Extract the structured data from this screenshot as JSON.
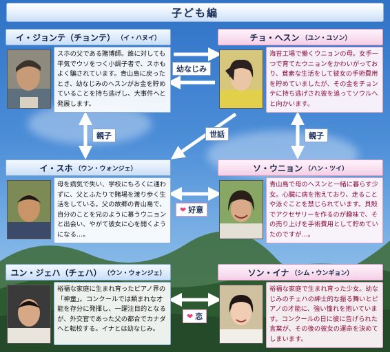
{
  "title": "子ども編",
  "cards": {
    "ijonte": {
      "name": "イ・ジョンテ（チョンテ）",
      "actor": "（イ・ハヌイ）",
      "text": "スホの父である賭博師。誰に対しても平気でウソをつく小調子者で、スホもよく騙されています。青山島に戻ったとき、幼なじみのヘスンがお金を貯めていることを持ち逃げし、大事件へと発展します。"
    },
    "chohesun": {
      "name": "チョ・ヘスン",
      "actor": "（ユン・ユソン）",
      "text": "海苔工場で働くウニョンの母。女手一つで育てたウニョンをかわいがっており、貧素な生活をして彼女の手術費用を貯めていましたが、その金をチョンテに持ち逃げされ彼を追ってソウルへと向かいます。"
    },
    "isuho": {
      "name": "イ・スホ",
      "actor": "（ウン・ウォンジェ）",
      "text": "母を病気で失い、学校にもろくに通わずに、父とふたりで賭場を渡り歩く生活をしている。父の故郷の青山島で、自分のことを兄のように慕うウニョンと出会い、やがて彼女に心を開くようになる…。"
    },
    "sowunyon": {
      "name": "ソ・ウニョン",
      "actor": "（ハン・ツイ）",
      "text": "青山島で母のヘスンと一緒に暮らす少女。心臓に病を抱えており、走ることや泳ぐことを禁じられています。貝殻でアクセサリーを作るのが趣味で、その売り上げを手術費用として貯めていたのですが…。"
    },
    "yunjeha": {
      "name": "ユン・ジェハ（チェハ）",
      "actor": "（ウン・ウォンジェ）",
      "text": "裕福な家庭に生まれ育ったピアノ界の「神童」。コンクールでは類まれな才能を存分に発揮し、一躍注目的となるが、外交官であった父の都合でカナダへと転校する。イナとは幼なじみ。"
    },
    "songina": {
      "name": "ソン・イナ",
      "actor": "（シム・ウンギョン）",
      "text": "裕福な家庭で生まれ育った少女。幼なじみのチェハの紳士的な振る舞いとピアノの才能に、強い憧れを抱いています。コンクールの日に彼に告げられた言葉が、その後の彼女の運命を決めてしまいます。"
    }
  },
  "relations": {
    "osananajimi": "幼なじみ",
    "oyako_left": "親子",
    "sewa": "世話",
    "oyako_right": "親子",
    "koui": "好意",
    "koi": "恋"
  },
  "colors": {
    "arrow": "#ffffff",
    "heart": "#e8437e"
  }
}
